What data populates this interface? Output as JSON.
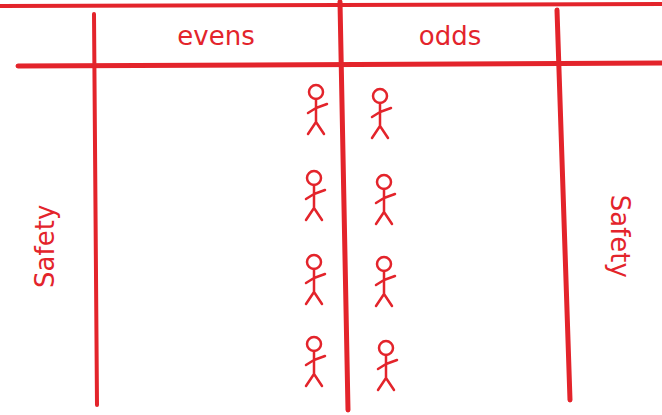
{
  "diagram": {
    "labels": [
      "evens",
      "odds",
      "Safety",
      "Safety"
    ]
  }
}
